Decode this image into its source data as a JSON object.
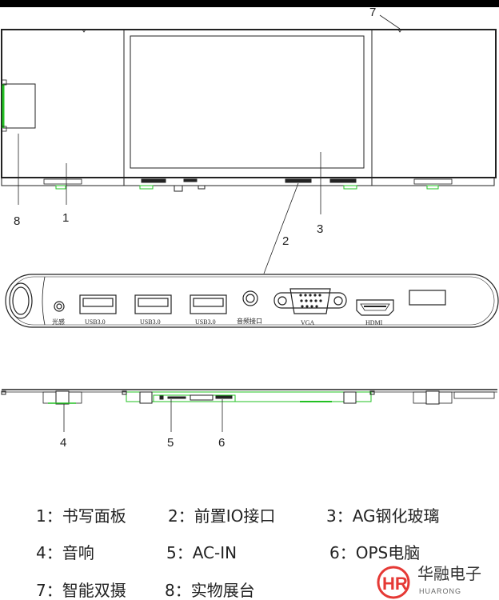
{
  "callouts": {
    "n1": "1",
    "n2": "2",
    "n3": "3",
    "n4": "4",
    "n5": "5",
    "n6": "6",
    "n7": "7",
    "n8": "8"
  },
  "ports": {
    "light_sensor": "光感",
    "usb1": "USB3.0",
    "usb2": "USB3.0",
    "usb3": "USB3.0",
    "audio": "音频接口",
    "vga": "VGA",
    "hdmi": "HDMI"
  },
  "legend": [
    {
      "label": "1：书写面板"
    },
    {
      "label": "2：前置IO接口"
    },
    {
      "label": "3：AG钢化玻璃"
    },
    {
      "label": "4：音响"
    },
    {
      "label": "5：AC-IN"
    },
    {
      "label": "6：OPS电脑"
    },
    {
      "label": "7：智能双摄"
    },
    {
      "label": "8：实物展台"
    }
  ],
  "logo": {
    "mark": "HR",
    "name_cn": "华融电子",
    "name_en": "HUARONG",
    "color": "#e53935"
  },
  "colors": {
    "accent_green": "#22c022",
    "line": "#222222"
  }
}
